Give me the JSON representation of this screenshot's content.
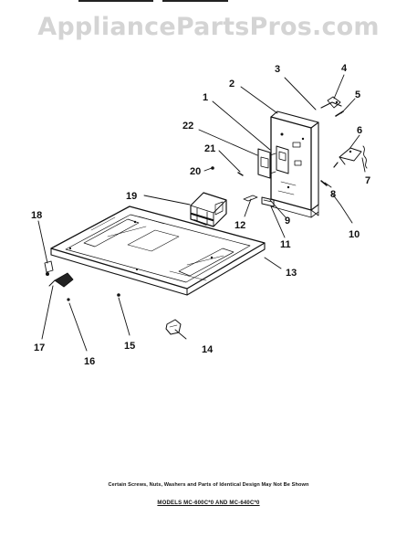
{
  "watermark": "AppliancePartsPros.com",
  "callouts": [
    "1",
    "2",
    "3",
    "4",
    "5",
    "6",
    "7",
    "8",
    "9",
    "10",
    "11",
    "12",
    "13",
    "14",
    "15",
    "16",
    "17",
    "18",
    "19",
    "20",
    "21",
    "22"
  ],
  "notes": {
    "line1": "Certain Screws, Nuts, Washers and Parts of Identical Design May Not Be Shown",
    "line2": "MODELS MC-600C*0 AND MC-640C*0"
  },
  "colors": {
    "ink": "#111111",
    "watermark": "#d4d4d4",
    "background": "#ffffff"
  }
}
